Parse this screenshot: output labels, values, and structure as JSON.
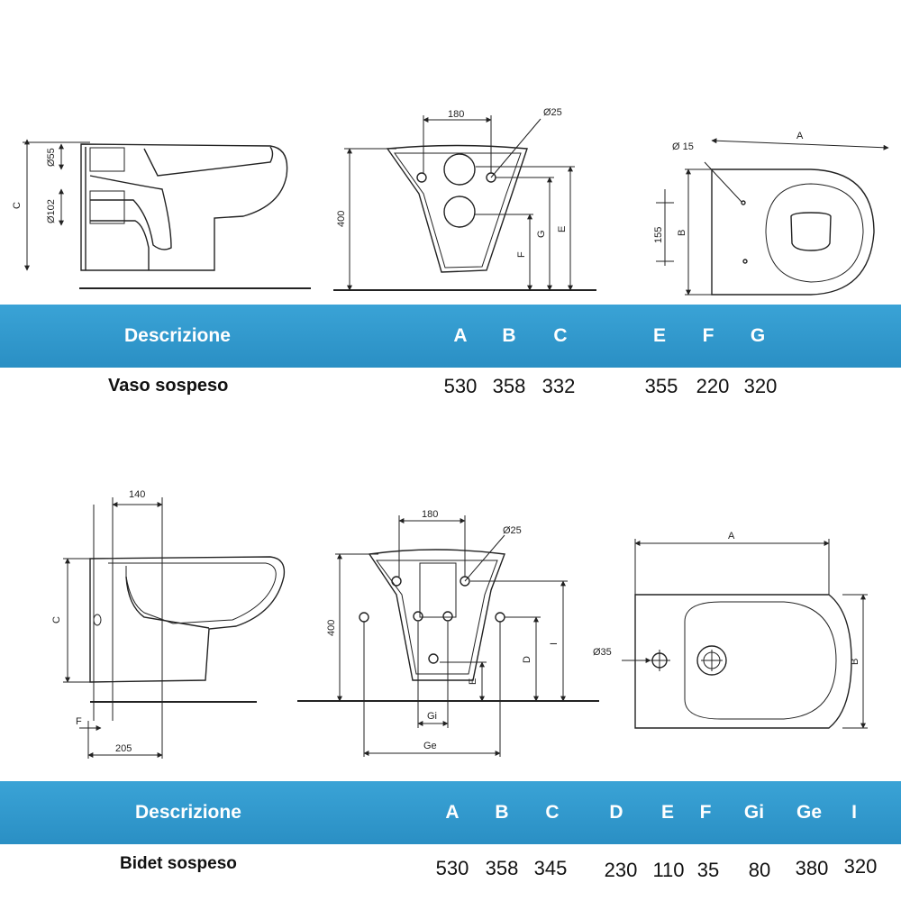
{
  "colors": {
    "band": "#2a8fc4",
    "band_text": "#ffffff",
    "line": "#222222"
  },
  "top": {
    "drawing_labels": {
      "side": {
        "c": "C",
        "d55": "Ø55",
        "d102": "Ø102"
      },
      "front": {
        "w180": "180",
        "d25": "Ø25",
        "h400": "400",
        "f": "F",
        "g": "G",
        "e": "E"
      },
      "plan": {
        "d15": "Ø 15",
        "a": "A",
        "b": "B",
        "h155": "155"
      }
    },
    "header": {
      "desc": "Descrizione",
      "cols": [
        "A",
        "B",
        "C",
        "E",
        "F",
        "G"
      ]
    },
    "row": {
      "name": "Vaso sospeso",
      "values": [
        "530",
        "358",
        "332",
        "355",
        "220",
        "320"
      ]
    }
  },
  "bottom": {
    "drawing_labels": {
      "side": {
        "w140": "140",
        "c": "C",
        "f": "F",
        "w205": "205"
      },
      "front": {
        "w180": "180",
        "d25": "Ø25",
        "h400": "400",
        "d": "D",
        "e": "E",
        "i": "I",
        "gi": "Gi",
        "ge": "Ge"
      },
      "plan": {
        "a": "A",
        "b": "B",
        "d35": "Ø35"
      }
    },
    "header": {
      "desc": "Descrizione",
      "cols": [
        "A",
        "B",
        "C",
        "D",
        "E",
        "F",
        "Gi",
        "Ge",
        "I"
      ]
    },
    "row": {
      "name": "Bidet sospeso",
      "values": [
        "530",
        "358",
        "345",
        "230",
        "110",
        "35",
        "80",
        "380",
        "320"
      ]
    }
  }
}
